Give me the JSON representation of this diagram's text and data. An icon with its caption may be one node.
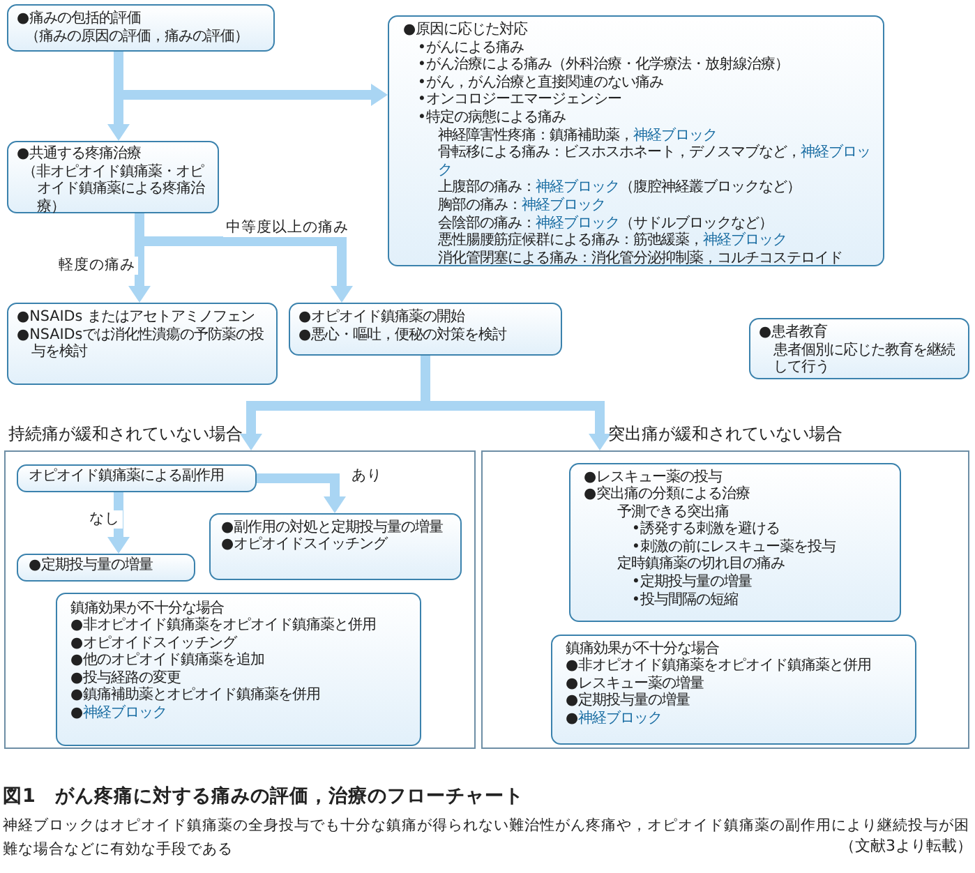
{
  "diagram": {
    "caption": "図1　がん疼痛に対する痛みの評価，治療のフローチャート",
    "nodes": [
      {
        "text": [
          "●痛みの包括的評価",
          "（痛みの原因の評価，痛みの評価）"
        ]
      },
      {
        "text": [
          "●原因に応じた対応",
          "•がんによる痛み",
          "•がん治療による痛み（外科治療・化学療法・放射線治療）",
          "•がん，がん治療と直接関連のない痛み",
          "•オンコロジーエマージェンシー",
          "•特定の病態による痛み",
          "神経障害性疼痛：鎮痛補助薬，**神経ブロック**",
          "骨転移による痛み：ビスホスホネート，デノスマブなど，**神経ブロック**",
          "上腹部の痛み：**神経ブロック**（腹腔神経叢ブロックなど）",
          "胸部の痛み：**神経ブロック**",
          "会陰部の痛み：**神経ブロック**（サドルブロックなど）",
          "悪性腸腰筋症候群による痛み：筋弛緩薬，**神経ブロック**",
          "消化管閉塞による痛み：消化管分泌抑制薬，コルチコステロイド"
        ]
      },
      {
        "text": [
          "●共通する疼痛治療",
          "（非オピオイド鎮痛薬・オピオイド鎮痛薬による疼痛治療）"
        ]
      },
      {
        "text": [
          "●NSAIDs またはアセトアミノフェン",
          "●NSAIDsでは消化性潰瘍の予防薬の投与を検討"
        ]
      },
      {
        "text": [
          "●オピオイド鎮痛薬の開始",
          "●悪心・嘔吐，便秘の対策を検討"
        ]
      },
      {
        "text": [
          "●患者教育",
          "患者個別に応じた教育を継続して行う"
        ]
      },
      {
        "text": [
          "持続痛が緩和されていない場合"
        ]
      },
      {
        "text": [
          "オピオイド鎮痛薬による副作用"
        ],
        "in": 6
      },
      {
        "text": [
          "●定期投与量の増量"
        ],
        "in": 6
      },
      {
        "text": [
          "●副作用の対処と定期投与量の増量",
          "●オピオイドスイッチング"
        ],
        "in": 6
      },
      {
        "text": [
          "鎮痛効果が不十分な場合",
          "●非オピオイド鎮痛薬をオピオイド鎮痛薬と併用",
          "●オピオイドスイッチング",
          "●他のオピオイド鎮痛薬を追加",
          "●投与経路の変更",
          "●鎮痛補助薬とオピオイド鎮痛薬を併用",
          "●**神経ブロック**"
        ],
        "in": 6
      },
      {
        "text": [
          "突出痛が緩和されていない場合"
        ]
      },
      {
        "text": [
          "●レスキュー薬の投与",
          "●突出痛の分類による治療",
          "予測できる突出痛",
          "•誘発する刺激を避ける",
          "•刺激の前にレスキュー薬を投与",
          "定時鎮痛薬の切れ目の痛み",
          "•定期投与量の増量",
          "•投与間隔の短縮"
        ],
        "in": 11
      },
      {
        "text": [
          "鎮痛効果が不十分な場合",
          "●非オピオイド鎮痛薬をオピオイド鎮痛薬と併用",
          "●レスキュー薬の増量",
          "●定期投与量の増量",
          "●**神経ブロック**"
        ],
        "in": 11
      }
    ],
    "edges": [
      {
        "from": 0,
        "to": 2,
        "arrow": "to"
      },
      {
        "from": 0,
        "to": 1,
        "arrow": "to"
      },
      {
        "from": 2,
        "to": 3,
        "arrow": "to",
        "label": "軽度の痛み"
      },
      {
        "from": 2,
        "to": 4,
        "arrow": "to",
        "label": "中等度以上の痛み"
      },
      {
        "from": 4,
        "to": 6,
        "arrow": "to"
      },
      {
        "from": 4,
        "to": 11,
        "arrow": "to"
      },
      {
        "from": 7,
        "to": 8,
        "arrow": "to",
        "label": "なし"
      },
      {
        "from": 7,
        "to": 9,
        "arrow": "to",
        "label": "あり"
      }
    ],
    "labels": [
      "神経ブロックはオピオイド鎮痛薬の全身投与でも十分な鎮痛が得られない難治性がん疼痛や，オピオイド鎮痛薬の副作用により継続投与が困難な場合などに有効な手段である",
      "（文献3より転載）"
    ]
  }
}
